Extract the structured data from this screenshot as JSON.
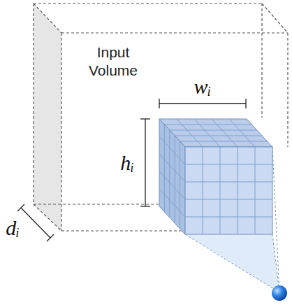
{
  "diagram": {
    "nodes": [
      {
        "text": [
          "Input Volume"
        ]
      }
    ],
    "labels": [
      "wᵢ",
      "hᵢ",
      "dᵢ"
    ]
  }
}
